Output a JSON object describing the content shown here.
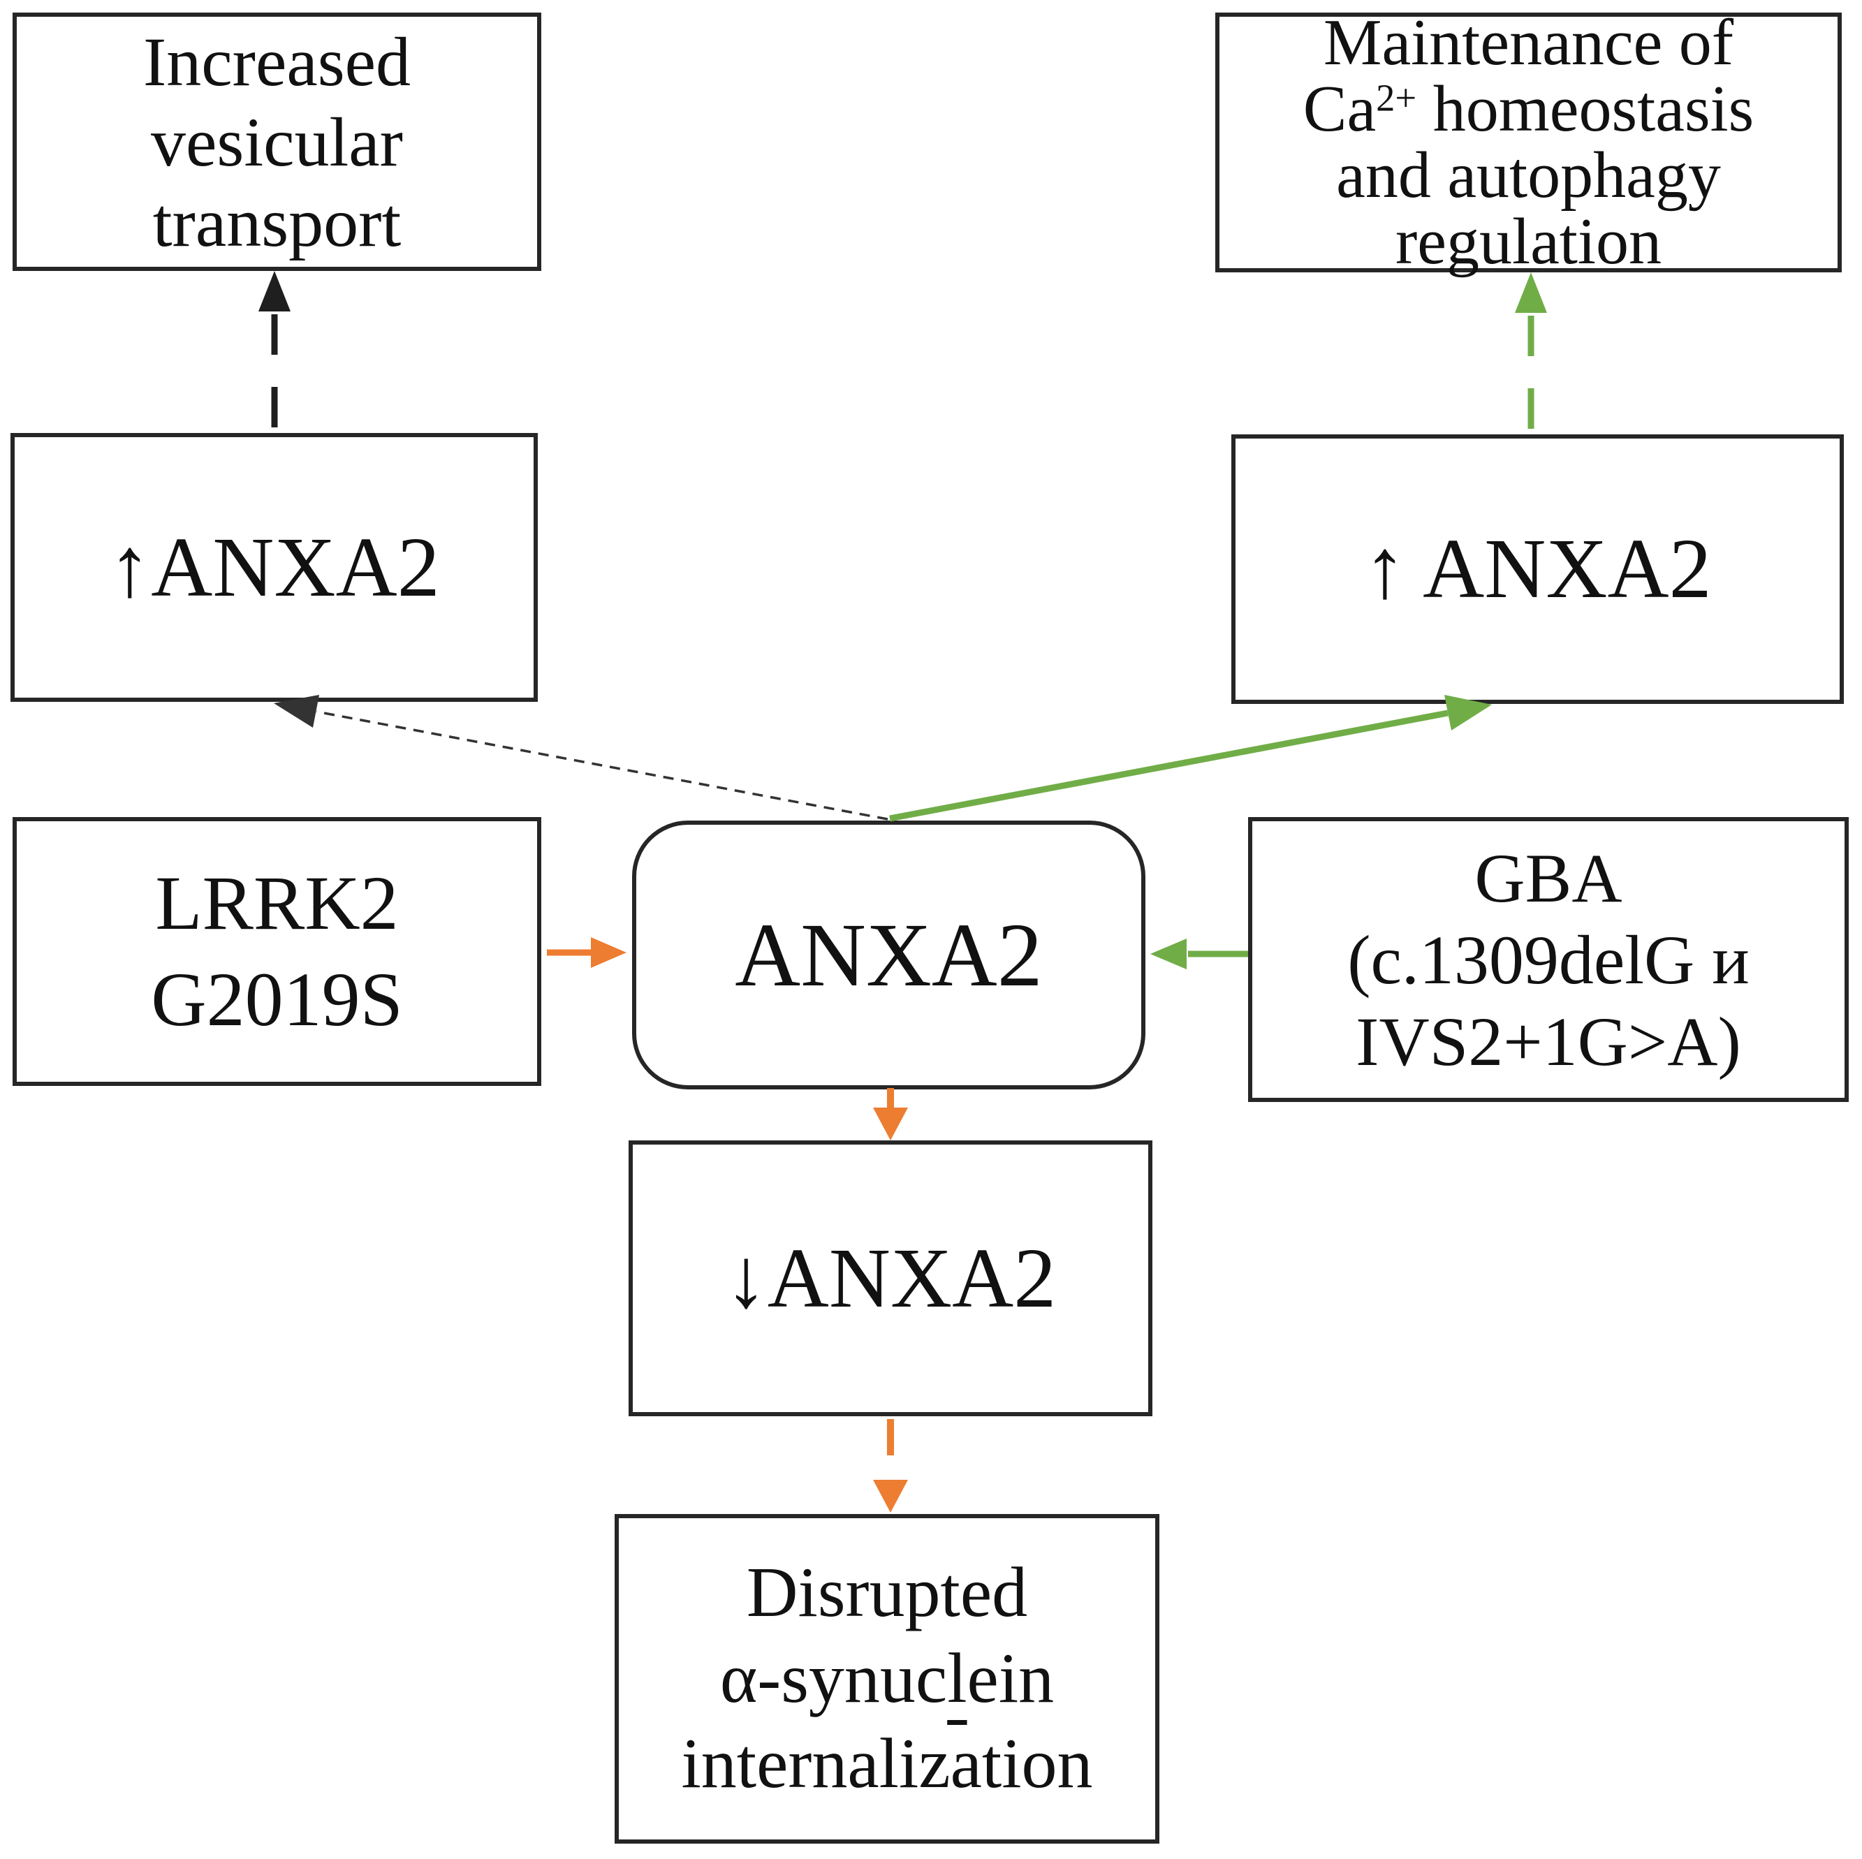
{
  "figure": {
    "type": "pathway-diagram",
    "colors": {
      "orange": "#ED7D31",
      "green": "#70AD47",
      "black": "#1f1f1f",
      "thin_black": "#333333"
    },
    "nodes": {
      "increased_vesicular": {
        "lines": [
          "Increased",
          "vesicular",
          "transport"
        ]
      },
      "maintenance": {
        "line1": "Maintenance of",
        "ca_pre": "Ca",
        "ca_sup": "2+",
        "line2_rest": " homeostasis",
        "line3": "and autophagy",
        "line4": "regulation"
      },
      "up_anxa2_left": {
        "label": "↑ANXA2"
      },
      "up_anxa2_right": {
        "label": "↑ ANXA2"
      },
      "lrrk2": {
        "lines": [
          "LRRK2",
          "G2019S"
        ]
      },
      "anxa2_center": {
        "label": "ANXA2"
      },
      "gba": {
        "lines": [
          "GBA",
          "(c.1309delG и",
          "IVS2+1G>A)"
        ]
      },
      "down_anxa2": {
        "label": "↓ANXA2"
      },
      "disrupted": {
        "line1": "Disrupted",
        "line2_pre": "α-synuc",
        "line2_underlined": "l",
        "line2_post": "ein",
        "line3": "internalization"
      }
    }
  }
}
